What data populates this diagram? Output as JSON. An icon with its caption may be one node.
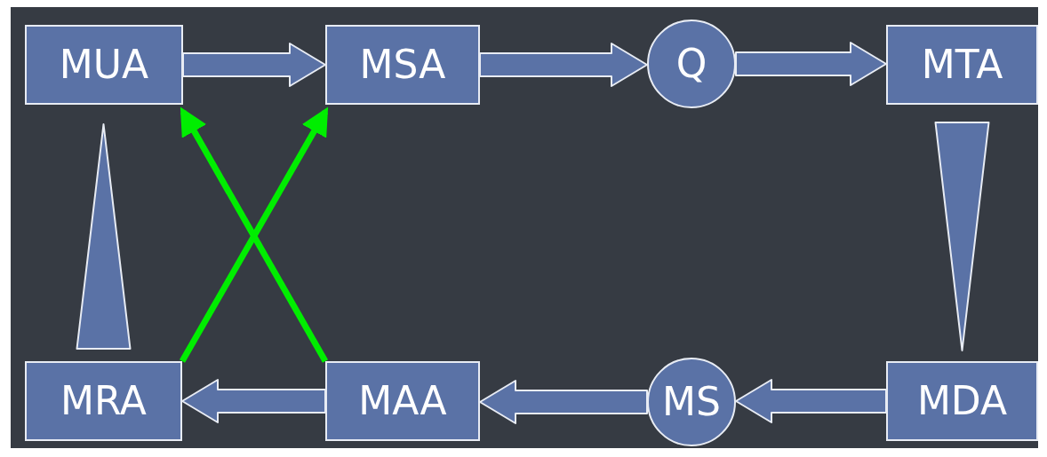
{
  "diagram": {
    "nodes": [
      {
        "text": [
          "MUA"
        ]
      },
      {
        "text": [
          "MSA"
        ]
      },
      {
        "text": [
          "Q"
        ]
      },
      {
        "text": [
          "MTA"
        ]
      },
      {
        "text": [
          "MRA"
        ]
      },
      {
        "text": [
          "MAA"
        ]
      },
      {
        "text": [
          "MS"
        ]
      },
      {
        "text": [
          "MDA"
        ]
      }
    ],
    "edges": [
      {
        "from": 0,
        "to": 1,
        "arrow": "to"
      },
      {
        "from": 1,
        "to": 2,
        "arrow": "to"
      },
      {
        "from": 2,
        "to": 3,
        "arrow": "to"
      },
      {
        "from": 3,
        "to": 7,
        "arrow": "to"
      },
      {
        "from": 7,
        "to": 6,
        "arrow": "to"
      },
      {
        "from": 6,
        "to": 5,
        "arrow": "to"
      },
      {
        "from": 5,
        "to": 4,
        "arrow": "to"
      },
      {
        "from": 4,
        "to": 0,
        "arrow": "to"
      },
      {
        "from": 4,
        "to": 1,
        "arrow": "to",
        "color": "#00ee00"
      },
      {
        "from": 5,
        "to": 0,
        "arrow": "to",
        "color": "#00ee00"
      }
    ]
  }
}
